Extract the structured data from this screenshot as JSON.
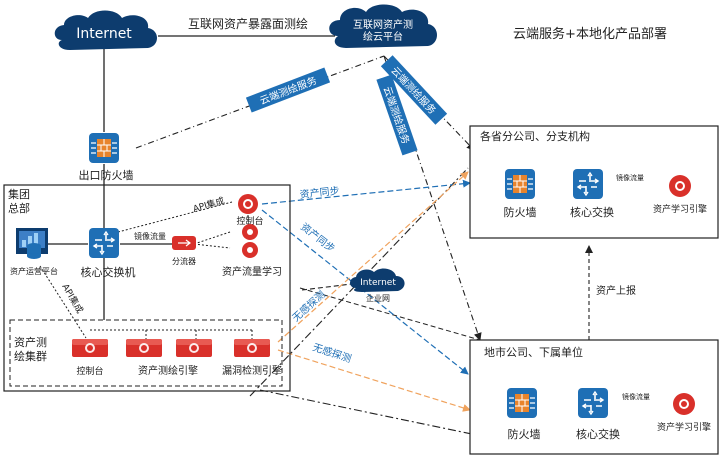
{
  "title": "云端服务+本地化产品部署",
  "clouds": {
    "internet_top": "Internet",
    "platform_line1": "互联网资产测",
    "platform_line2": "绘云平台",
    "internet_mid": "Internet",
    "internet_mid_sub": "企业网"
  },
  "edge_labels": {
    "exposure_survey": "互联网资产暴露面测绘",
    "cloud_service_1": "云端测绘服务",
    "cloud_service_2": "云端测绘服务",
    "cloud_service_3": "云端测绘服务",
    "api_integration_1": "API集成",
    "api_integration_2": "API集成",
    "mirror_traffic": "镜像流量",
    "asset_sync_1": "资产同步",
    "asset_sync_2": "资产同步",
    "passive_probe_1": "无感探测",
    "passive_probe_2": "无感探测",
    "asset_report": "资产上报",
    "mirror_traffic_branch": "镜像流量",
    "mirror_traffic_city": "镜像流量"
  },
  "nodes": {
    "exit_firewall": "出口防火墙",
    "hq_title_line1": "集团",
    "hq_title_line2": "总部",
    "core_switch": "核心交换机",
    "asset_ops_platform": "资产运营平台",
    "console_hq": "控制台",
    "splitter": "分流器",
    "traffic_learning": "资产流量学习",
    "cluster_title_line1": "资产测",
    "cluster_title_line2": "绘集群",
    "cluster_console": "控制台",
    "survey_engine": "资产测绘引擎",
    "vuln_engine": "漏洞检测引擎"
  },
  "branch": {
    "title": "各省分公司、分支机构",
    "firewall": "防火墙",
    "switch": "核心交换",
    "engine": "资产学习引擎"
  },
  "city": {
    "title": "地市公司、下属单位",
    "firewall": "防火墙",
    "switch": "核心交换",
    "engine": "资产学习引擎"
  },
  "colors": {
    "navy": "#0d3c6e",
    "blue": "#1f6fb5",
    "orange": "#f0a35e",
    "red": "#d9302a",
    "black": "#222222"
  }
}
